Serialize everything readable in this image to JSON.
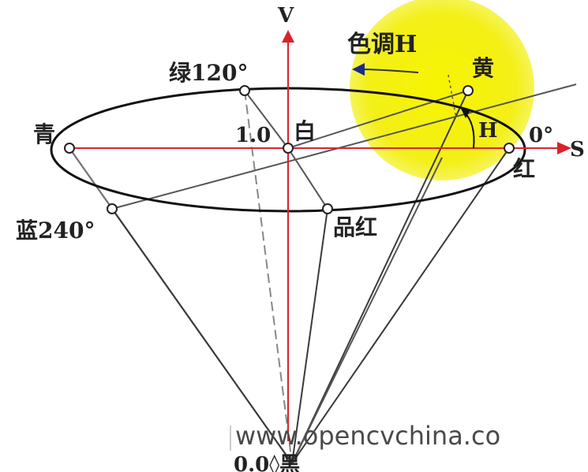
{
  "axes": {
    "v_label": "V",
    "s_label": "S"
  },
  "hue": {
    "title": "色调H",
    "angle_label": "H"
  },
  "points": {
    "green": "绿120°",
    "cyan": "青",
    "blue": "蓝240°",
    "magenta": "品红",
    "yellow": "黄",
    "red": "红",
    "red_angle": "0°",
    "white": "白",
    "white_value": "1.0",
    "black": "0.0◊黑"
  },
  "watermark": "www.opencvchina.co",
  "colors": {
    "axis_red": "#d9232b",
    "arrow_blue": "#1a2a8a",
    "highlight_yellow": "#f2ef1a",
    "stroke": "#222222"
  }
}
